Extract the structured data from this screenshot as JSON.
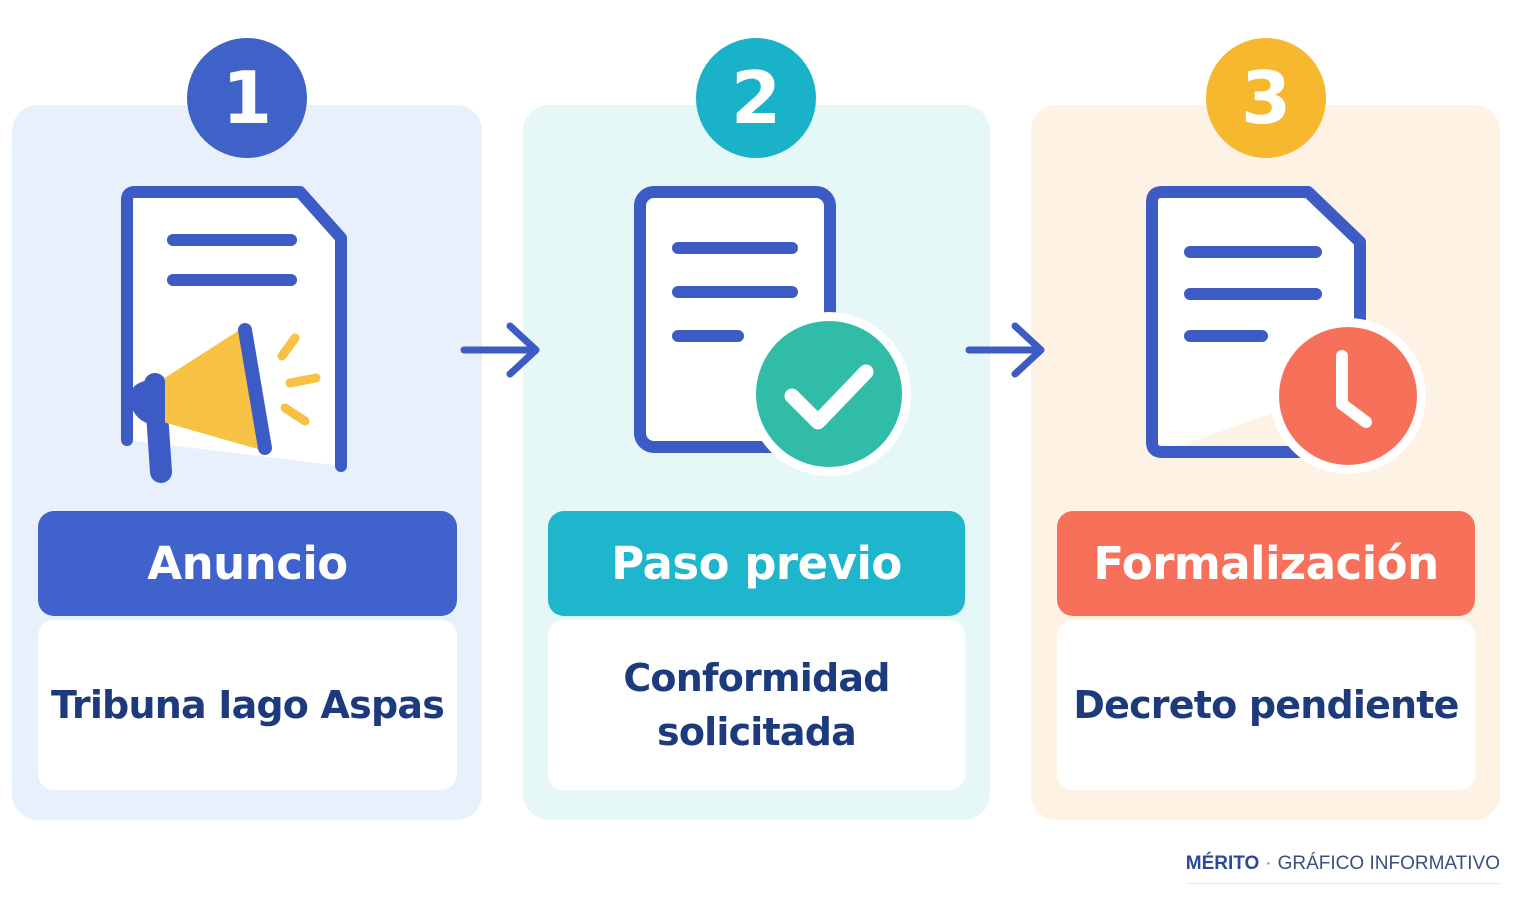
{
  "steps": [
    {
      "number": "1",
      "title": "Anuncio",
      "description": [
        "Tribuna Iago Aspas"
      ],
      "icon": "document-megaphone-icon",
      "color": "#3f62cc"
    },
    {
      "number": "2",
      "title": "Paso previo",
      "description": [
        "Conformidad",
        "solicitada"
      ],
      "icon": "document-check-icon",
      "color": "#1db6cc"
    },
    {
      "number": "3",
      "title": "Formalización",
      "description": [
        "Decreto pendiente"
      ],
      "icon": "document-clock-icon",
      "color": "#f7715a"
    }
  ],
  "footer": {
    "brand": "MÉRITO",
    "separator": "·",
    "caption": "GRÁFICO INFORMATIVO"
  },
  "colors": {
    "icon_blue": "#3d5bc4",
    "megaphone_yellow": "#f7c243",
    "badge_3": "#f5b82e",
    "check_green": "#30bca6"
  }
}
